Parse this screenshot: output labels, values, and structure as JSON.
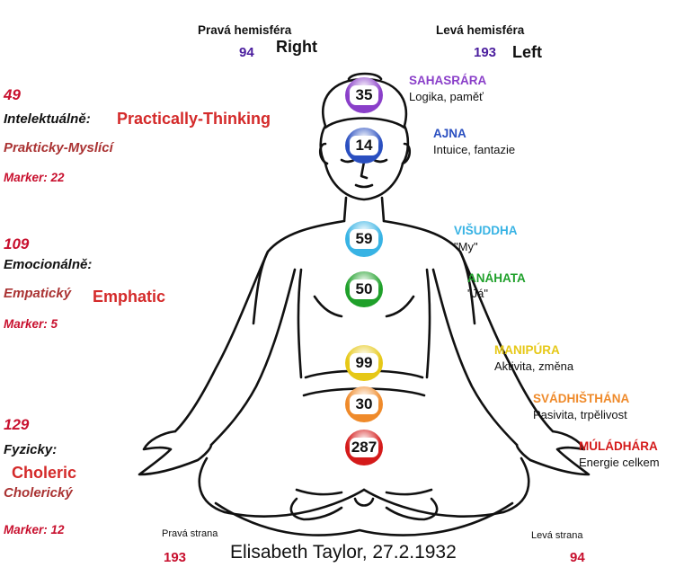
{
  "hemispheres": {
    "right": {
      "label": "Pravá hemisféra",
      "value": "94",
      "english": "Right"
    },
    "left": {
      "label": "Levá hemisféra",
      "value": "193",
      "english": "Left"
    }
  },
  "intellectual": {
    "number": "49",
    "label": "Intelektuálně:",
    "english": "Practically-Thinking",
    "czech": "Prakticky-Myslící",
    "marker": "Marker: 22"
  },
  "emotional": {
    "number": "109",
    "label": "Emocionálně:",
    "czech": "Empatický",
    "english": "Emphatic",
    "marker": "Marker: 5"
  },
  "physical": {
    "number": "129",
    "label": "Fyzicky:",
    "english": "Choleric",
    "czech": "Cholerický",
    "marker": "Marker: 12"
  },
  "chakras": [
    {
      "value": "35",
      "name": "SAHASRÁRA",
      "desc": "Logika, paměť",
      "color": "#8a3fc9"
    },
    {
      "value": "14",
      "name": "AJNA",
      "desc": "Intuice, fantazie",
      "color": "#2a4fc0"
    },
    {
      "value": "59",
      "name": "VIŠUDDHA",
      "desc": "\"My\"",
      "color": "#38b3e4"
    },
    {
      "value": "50",
      "name": "ANÁHATA",
      "desc": "\"Já\"",
      "color": "#1fa02a"
    },
    {
      "value": "99",
      "name": "MANIPÚRA",
      "desc": "Aktivita, změna",
      "color": "#e6c817"
    },
    {
      "value": "30",
      "name": "SVÁDHIŠTHÁNA",
      "desc": "Pasivita, trpělivost",
      "color": "#ef8a2a"
    },
    {
      "value": "287",
      "name": "MÚLÁDHÁRA",
      "desc": "Energie celkem",
      "color": "#d41a1a"
    }
  ],
  "sides": {
    "right": {
      "label": "Pravá strana",
      "value": "193"
    },
    "left": {
      "label": "Levá strana",
      "value": "94"
    }
  },
  "caption": "Elisabeth Taylor, 27.2.1932",
  "colors": {
    "red": "#c8102e",
    "purple": "#4b1e9e"
  }
}
